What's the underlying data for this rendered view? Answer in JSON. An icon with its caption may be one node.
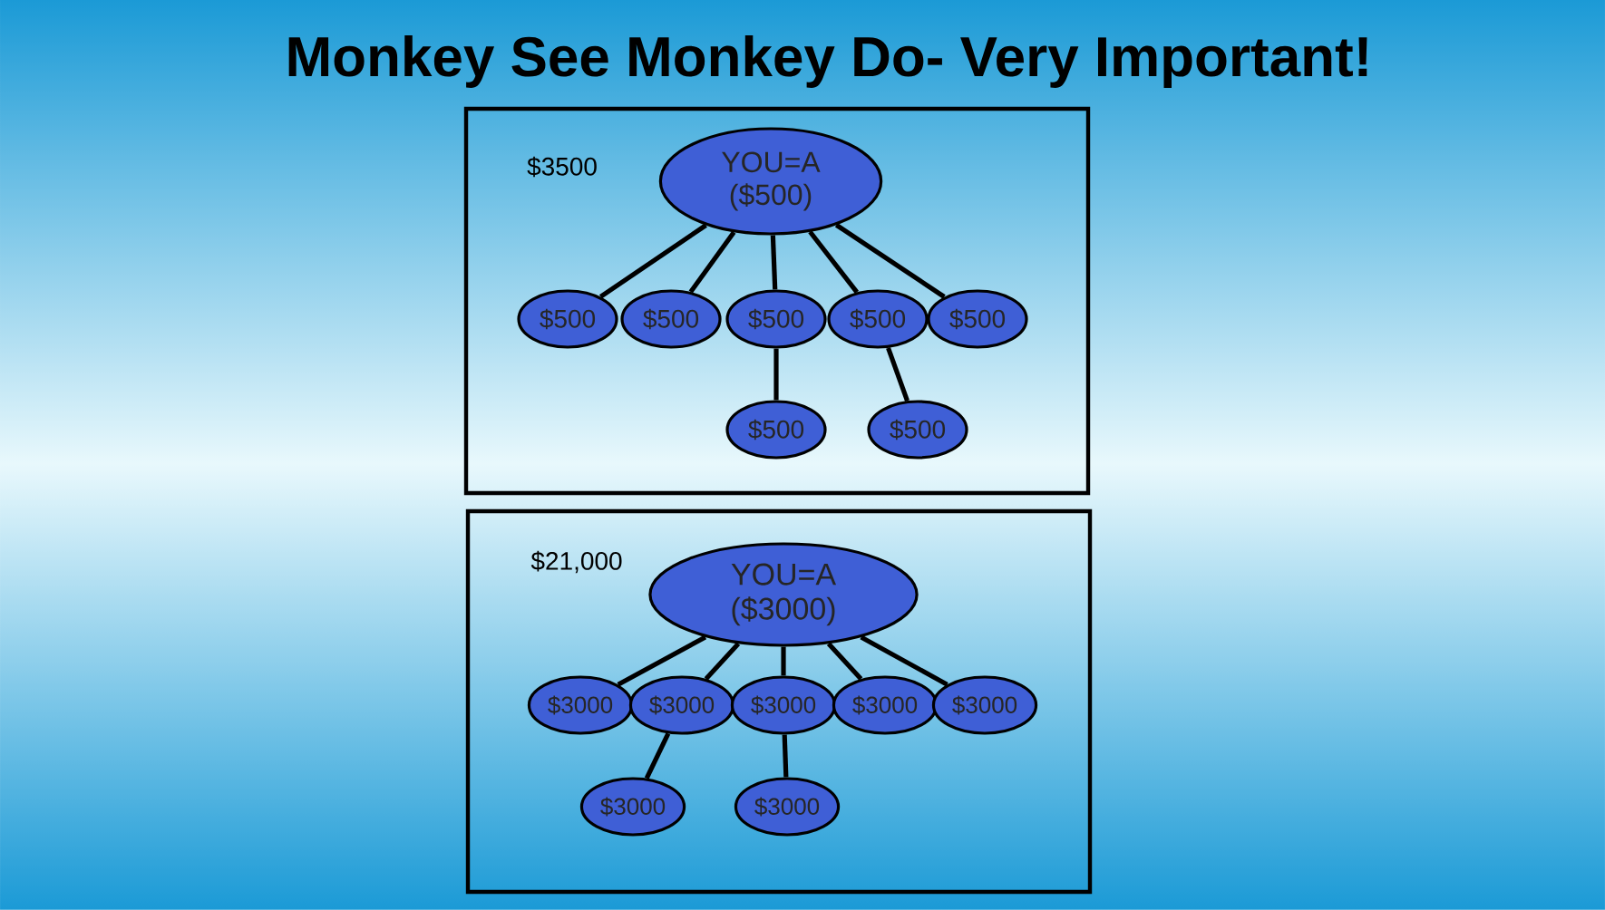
{
  "diagram": {
    "title": "Monkey See Monkey Do- Very Important!",
    "nodes": [
      {
        "text": [
          "$3500"
        ]
      },
      {
        "text": [
          "YOU=A ($500)"
        ],
        "in": 0
      },
      {
        "text": [
          "$500"
        ],
        "in": 0
      },
      {
        "text": [
          "$500"
        ],
        "in": 0
      },
      {
        "text": [
          "$500"
        ],
        "in": 0
      },
      {
        "text": [
          "$500"
        ],
        "in": 0
      },
      {
        "text": [
          "$500"
        ],
        "in": 0
      },
      {
        "text": [
          "$500"
        ],
        "in": 0
      },
      {
        "text": [
          "$500"
        ],
        "in": 0
      },
      {
        "text": [
          "$21,000"
        ]
      },
      {
        "text": [
          "YOU=A ($3000)"
        ],
        "in": 9
      },
      {
        "text": [
          "$3000"
        ],
        "in": 9
      },
      {
        "text": [
          "$3000"
        ],
        "in": 9
      },
      {
        "text": [
          "$3000"
        ],
        "in": 9
      },
      {
        "text": [
          "$3000"
        ],
        "in": 9
      },
      {
        "text": [
          "$3000"
        ],
        "in": 9
      },
      {
        "text": [
          "$3000"
        ],
        "in": 9
      },
      {
        "text": [
          "$3000"
        ],
        "in": 9
      }
    ],
    "edges": [
      {
        "from": 1,
        "to": 2,
        "arrow": "none"
      },
      {
        "from": 1,
        "to": 3,
        "arrow": "none"
      },
      {
        "from": 1,
        "to": 4,
        "arrow": "none"
      },
      {
        "from": 1,
        "to": 5,
        "arrow": "none"
      },
      {
        "from": 1,
        "to": 6,
        "arrow": "none"
      },
      {
        "from": 4,
        "to": 7,
        "arrow": "none"
      },
      {
        "from": 5,
        "to": 8,
        "arrow": "none"
      },
      {
        "from": 10,
        "to": 11,
        "arrow": "none"
      },
      {
        "from": 10,
        "to": 12,
        "arrow": "none"
      },
      {
        "from": 10,
        "to": 13,
        "arrow": "none"
      },
      {
        "from": 10,
        "to": 14,
        "arrow": "none"
      },
      {
        "from": 10,
        "to": 15,
        "arrow": "none"
      },
      {
        "from": 12,
        "to": 16,
        "arrow": "none"
      },
      {
        "from": 13,
        "to": 17,
        "arrow": "none"
      }
    ]
  }
}
